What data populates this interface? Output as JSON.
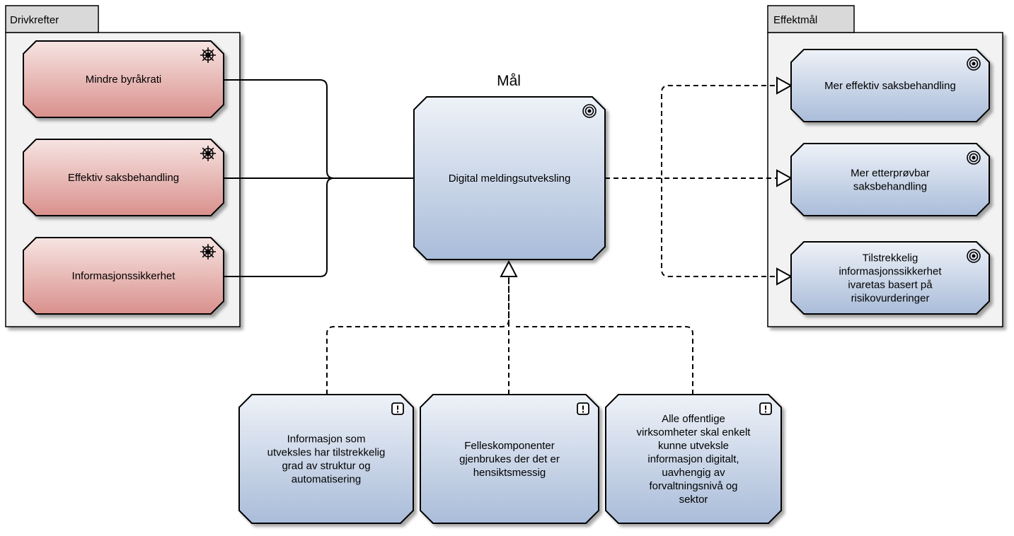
{
  "groups": {
    "drivers": {
      "title": "Drivkrefter"
    },
    "effects": {
      "title": "Effektmål"
    }
  },
  "goal_title": "Mål",
  "drivers": [
    {
      "label": [
        "Mindre byråkrati"
      ],
      "icon": "ship-wheel-icon"
    },
    {
      "label": [
        "Effektiv saksbehandling"
      ],
      "icon": "ship-wheel-icon"
    },
    {
      "label": [
        "Informasjonssikkerhet"
      ],
      "icon": "ship-wheel-icon"
    }
  ],
  "goal": {
    "label": [
      "Digital meldingsutveksling"
    ],
    "icon": "target-icon"
  },
  "effects": [
    {
      "label": [
        "Mer effektiv saksbehandling"
      ],
      "icon": "target-icon"
    },
    {
      "label": [
        "Mer etterprøvbar",
        "saksbehandling"
      ],
      "icon": "target-icon"
    },
    {
      "label": [
        "Tilstrekkelig",
        "informasjonssikkerhet",
        "ivaretas basert på",
        "risikovurderinger"
      ],
      "icon": "target-icon"
    }
  ],
  "principles": [
    {
      "label": [
        "Informasjon som",
        "utveksles har tilstrekkelig",
        "grad av struktur og",
        "automatisering"
      ],
      "icon": "principle-icon"
    },
    {
      "label": [
        "Felleskomponenter",
        "gjenbrukes der det er",
        "hensiktsmessig"
      ],
      "icon": "principle-icon"
    },
    {
      "label": [
        "Alle offentlige",
        "virksomheter skal enkelt",
        "kunne utveksle",
        "informasjon digitalt,",
        "uavhengig av",
        "forvaltningsnivå og",
        "sektor"
      ],
      "icon": "principle-icon"
    }
  ],
  "colors": {
    "driver_top": "#f6e4e2",
    "driver_bottom": "#d9908c",
    "blue_top": "#eef2f8",
    "blue_bottom": "#a9bcd9",
    "group_fill": "#f2f2f2",
    "tab_fill": "#d9d9d9"
  }
}
